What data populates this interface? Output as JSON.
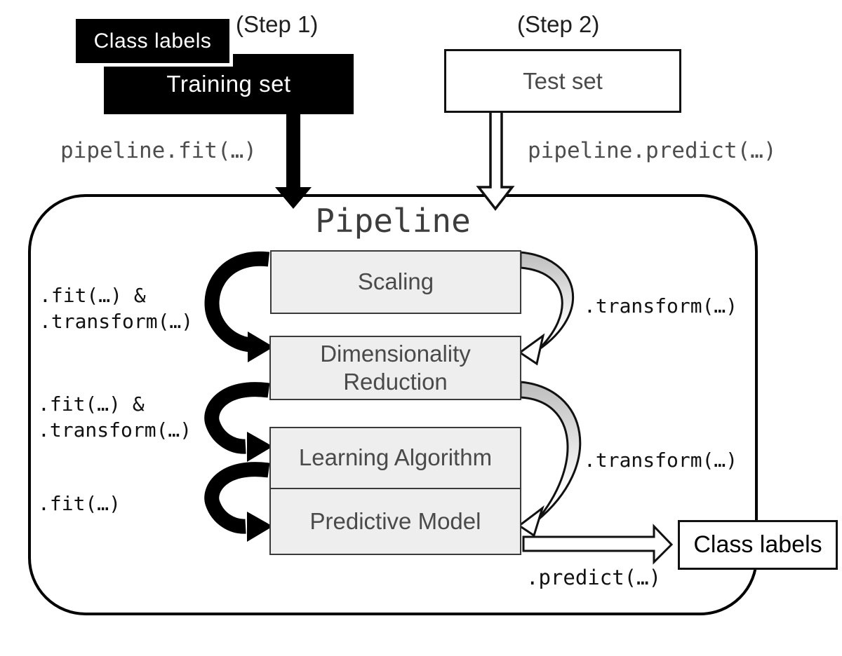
{
  "diagram": {
    "step1": {
      "label": "(Step 1)",
      "class_labels_box": "Class labels",
      "training_set_box": "Training set",
      "call": "pipeline.fit(…)"
    },
    "step2": {
      "label": "(Step 2)",
      "test_set_box": "Test set",
      "call": "pipeline.predict(…)"
    },
    "pipeline": {
      "title": "Pipeline",
      "stages": [
        {
          "label": "Scaling"
        },
        {
          "label": "Dimensionality Reduction"
        },
        {
          "label": "Learning Algorithm"
        },
        {
          "label": "Predictive Model"
        }
      ],
      "left_method_labels": [
        ".fit(…) &\n.transform(…)",
        ".fit(…) &\n.transform(…)",
        ".fit(…)"
      ],
      "right_method_labels": [
        ".transform(…)",
        ".transform(…)"
      ],
      "predict_method_label": ".predict(…)"
    },
    "output": {
      "class_labels_box": "Class labels"
    },
    "colors": {
      "black_fill": "#000000",
      "stage_fill": "#eeeeee",
      "stage_border": "#3a3a3a",
      "code_text": "#4d4d4d",
      "band_shade": "#bdbdbd"
    }
  }
}
